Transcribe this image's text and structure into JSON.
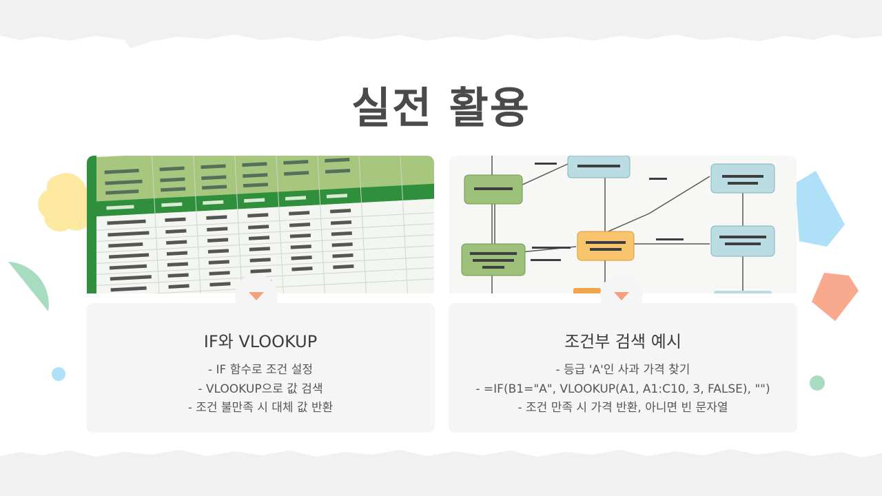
{
  "slide": {
    "title": "실전 활용"
  },
  "cards": [
    {
      "image": "spreadsheet-photo",
      "title": "IF와 VLOOKUP",
      "lines": [
        "- IF 함수로 조건 설정",
        "- VLOOKUP으로 값 검색",
        "- 조건 불만족 시 대체 값 반환"
      ]
    },
    {
      "image": "flowchart-photo",
      "title": "조건부 검색 예시",
      "lines": [
        "- 등급 'A'인 사과 가격 찾기",
        "- =IF(B1=\"A\", VLOOKUP(A1, A1:C10, 3, FALSE), \"\")",
        "- 조건 만족 시 가격 반환, 아니면 빈 문자열"
      ]
    }
  ],
  "colors": {
    "background": "#ffffff",
    "paper_edge": "#f1f1f1",
    "card_background": "#f5f5f5",
    "title_text": "#4a4a4a",
    "arrow_accent": "#f4a07e",
    "deco_yellow": "#fde9a0",
    "deco_green": "#a8dcc0",
    "deco_blue": "#aee0f7",
    "deco_orange": "#f9a98e"
  }
}
